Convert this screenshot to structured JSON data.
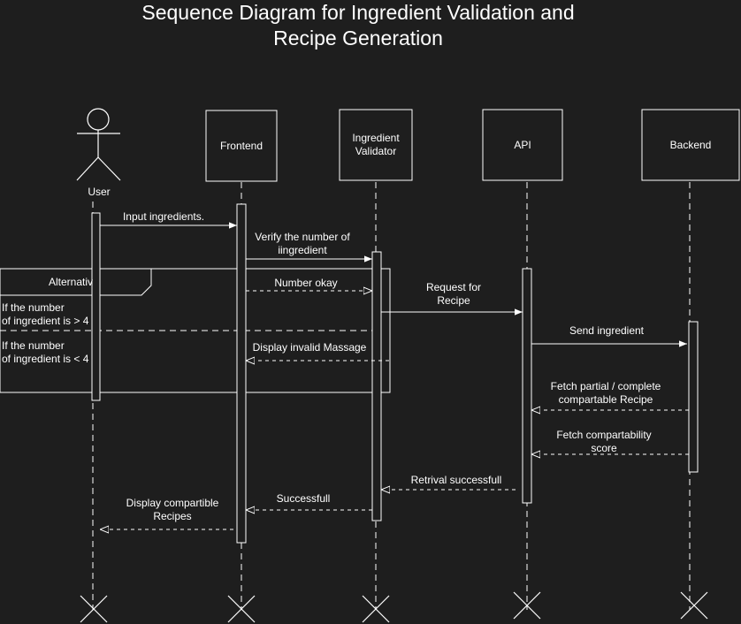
{
  "title": {
    "line1": "Sequence Diagram for Ingredient Validation and",
    "line2": "Recipe Generation"
  },
  "participants": {
    "user": "User",
    "frontend": "Frontend",
    "validator_line1": "Ingredient",
    "validator_line2": "Validator",
    "api": "API",
    "backend": "Backend"
  },
  "messages": {
    "input_ingredients": "Input ingredients.",
    "verify_line1": "Verify the number of",
    "verify_line2": "iingredient",
    "number_okay": "Number okay",
    "request_line1": "Request for",
    "request_line2": "Recipe",
    "send_ingredient": "Send ingredient",
    "display_invalid": "Display invalid Massage",
    "fetch_partial_line1": "Fetch partial / complete",
    "fetch_partial_line2": "compartable Recipe",
    "fetch_score_line1": "Fetch compartability",
    "fetch_score_line2": "score",
    "retrival_successfull": "Retrival successfull",
    "successfull": "Successfull",
    "display_compartible_line1": "Display compartible",
    "display_compartible_line2": "Recipes"
  },
  "fragment": {
    "label": "Alternativ",
    "guard1_line1": "If the number",
    "guard1_line2": "of ingredient is > 4",
    "guard2_line1": "If the number",
    "guard2_line2": "of ingredient is < 4"
  },
  "colors": {
    "background": "#1e1e1e",
    "stroke": "#ffffff"
  }
}
